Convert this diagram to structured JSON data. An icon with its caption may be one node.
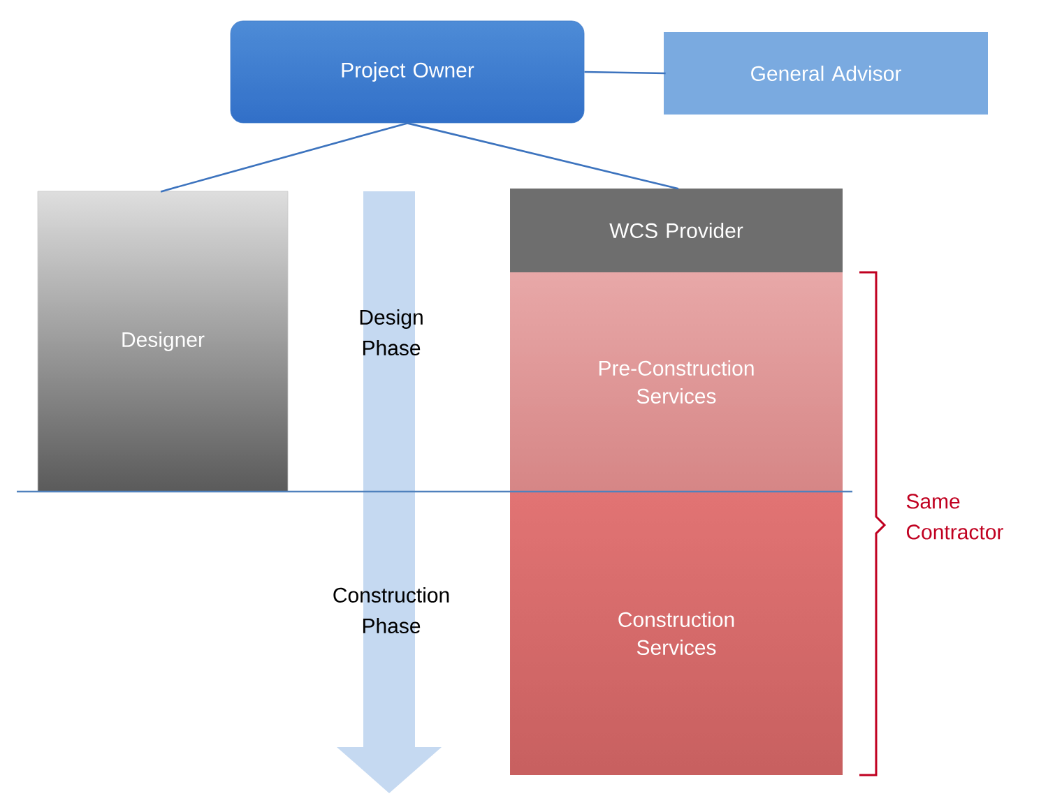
{
  "diagram": {
    "nodes": [
      {
        "text": [
          "Project Owner"
        ]
      },
      {
        "text": [
          "General Advisor"
        ]
      },
      {
        "text": [
          "Designer"
        ]
      },
      {
        "text": [
          "WCS Provider"
        ]
      },
      {
        "text": [
          "Pre-Construction Services"
        ]
      },
      {
        "text": [
          "Construction Services"
        ]
      }
    ],
    "edges": [
      {
        "from": 0,
        "to": 1,
        "arrow": "none"
      },
      {
        "from": 0,
        "to": 2,
        "arrow": "none"
      },
      {
        "from": 0,
        "to": 3,
        "arrow": "none"
      }
    ],
    "labels": [
      "Design Phase",
      "Construction Phase",
      "Same Contractor"
    ]
  }
}
